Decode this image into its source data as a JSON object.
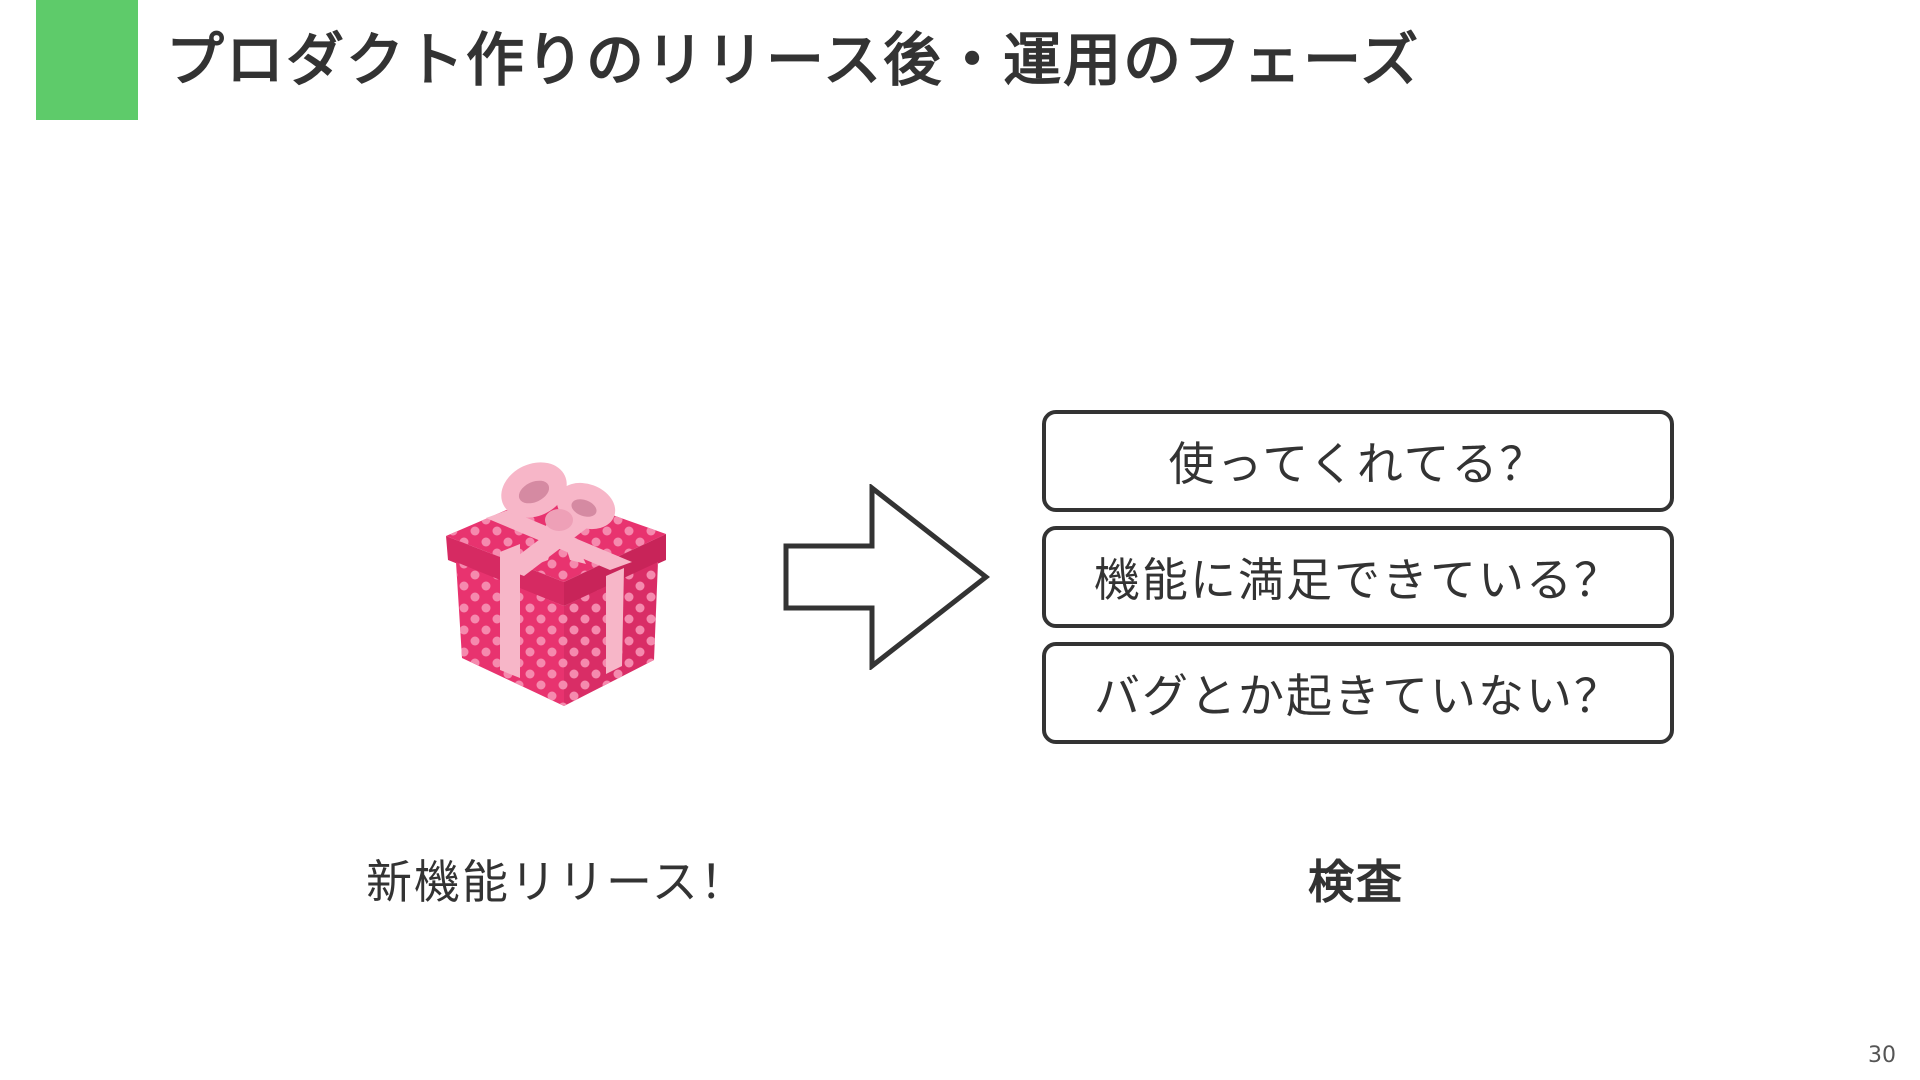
{
  "slide": {
    "title": "プロダクト作りのリリース後・運用のフェーズ",
    "accent_color": "#5ecb6a",
    "page_number": "30"
  },
  "left": {
    "icon": "gift-box-icon",
    "caption": "新機能リリース！"
  },
  "arrow": {
    "icon": "right-arrow-icon"
  },
  "right": {
    "questions": [
      "使ってくれてる？",
      "機能に満足できている？",
      "バグとか起きていない？"
    ],
    "caption": "検査"
  },
  "colors": {
    "gift_box": "#e8336f",
    "gift_ribbon": "#f7b6c8",
    "text": "#333333"
  }
}
